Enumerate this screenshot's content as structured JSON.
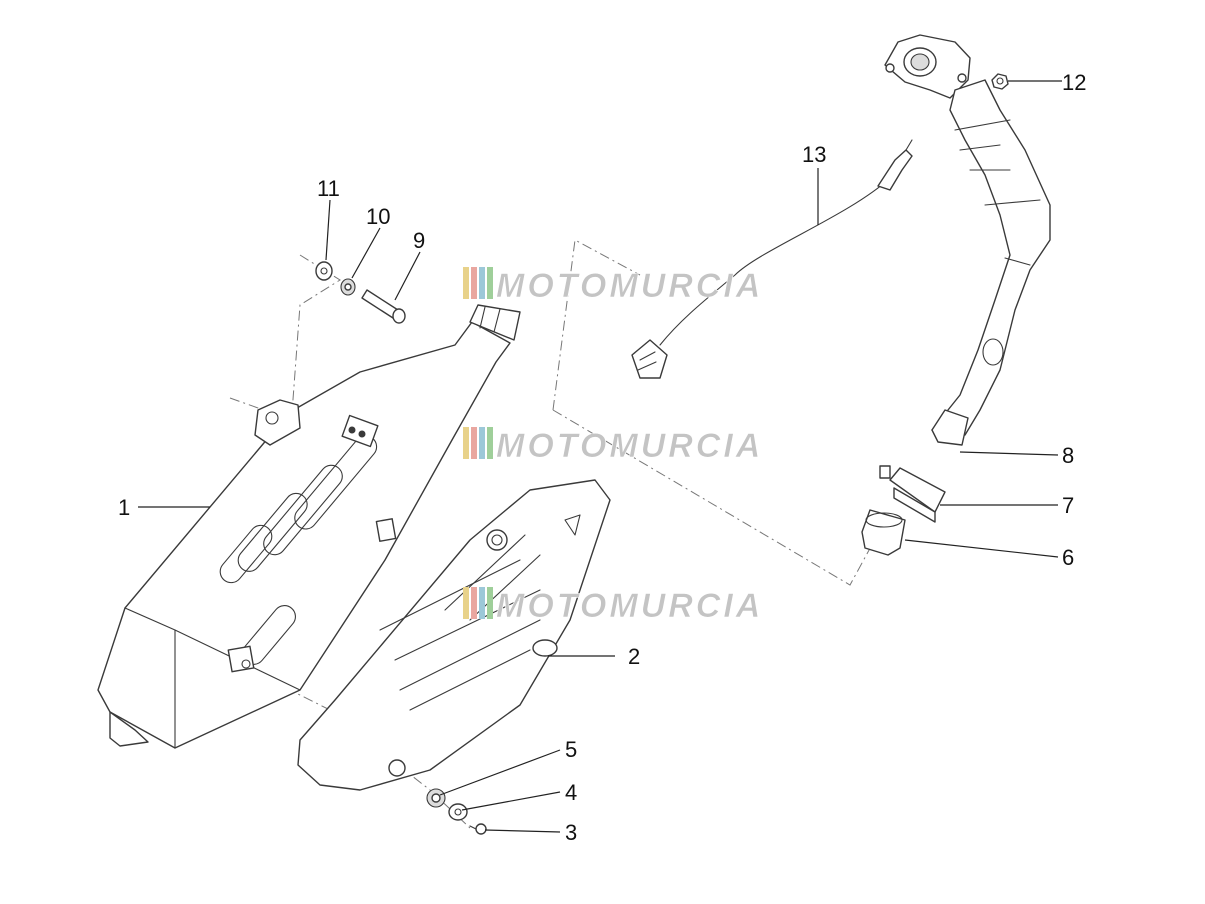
{
  "watermark": {
    "text": "MOTOMURCIA"
  },
  "callouts": [
    {
      "id": "1",
      "label": "1"
    },
    {
      "id": "2",
      "label": "2"
    },
    {
      "id": "3",
      "label": "3"
    },
    {
      "id": "4",
      "label": "4"
    },
    {
      "id": "5",
      "label": "5"
    },
    {
      "id": "6",
      "label": "6"
    },
    {
      "id": "7",
      "label": "7"
    },
    {
      "id": "8",
      "label": "8"
    },
    {
      "id": "9",
      "label": "9"
    },
    {
      "id": "10",
      "label": "10"
    },
    {
      "id": "11",
      "label": "11"
    },
    {
      "id": "12",
      "label": "12"
    },
    {
      "id": "13",
      "label": "13"
    }
  ],
  "colors": {
    "line": "#3a3a3a",
    "background": "#ffffff",
    "watermark": "#c4c4c4"
  }
}
